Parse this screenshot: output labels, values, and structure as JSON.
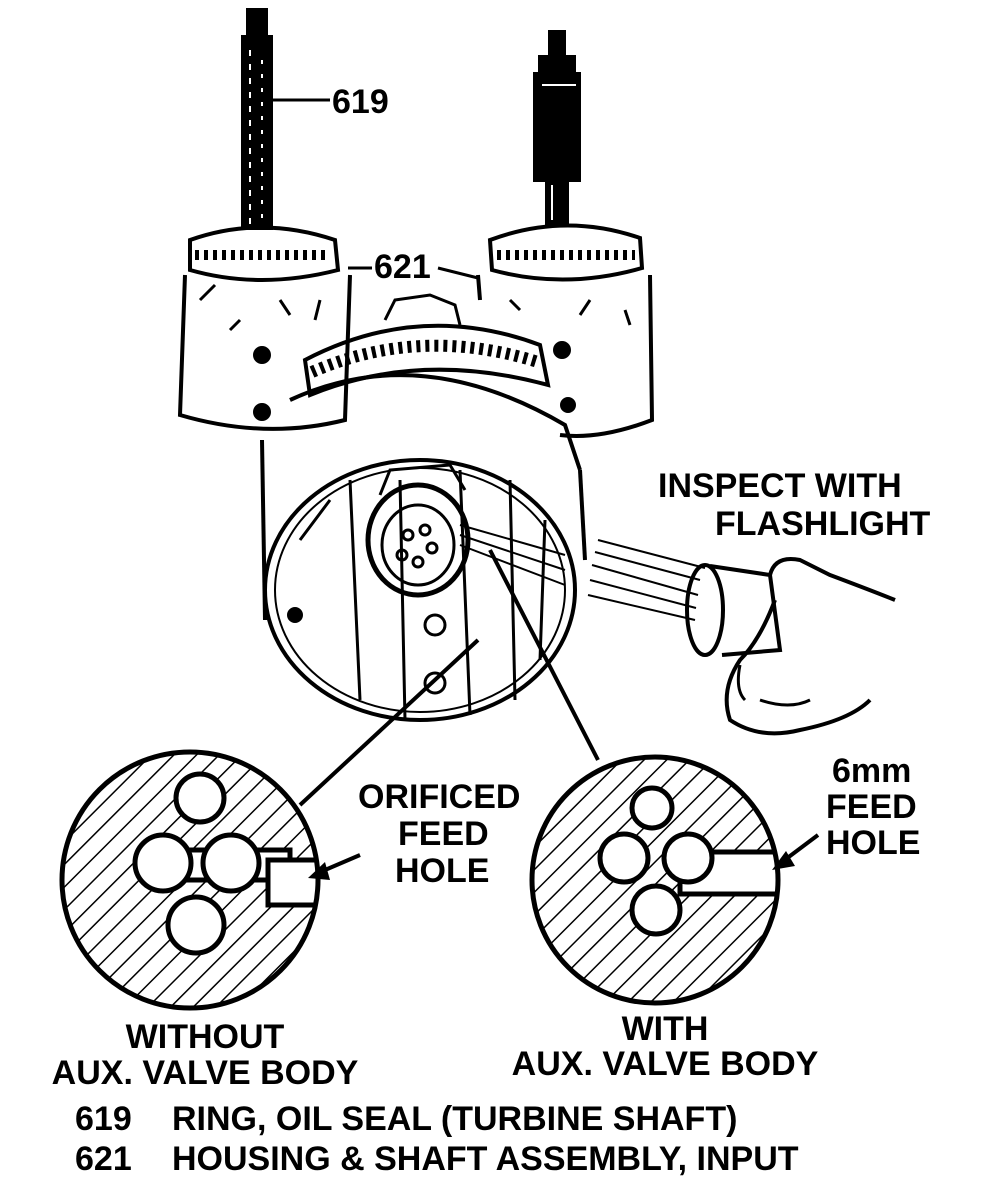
{
  "callouts": {
    "ring_number": "619",
    "housing_number": "621"
  },
  "flashlight_note": {
    "line1": "INSPECT WITH",
    "line2": "FLASHLIGHT"
  },
  "orificed_label": {
    "line1": "ORIFICED",
    "line2": "FEED",
    "line3": "HOLE"
  },
  "six_mm_label": {
    "line1": "6mm",
    "line2": "FEED",
    "line3": "HOLE"
  },
  "without_caption": {
    "line1": "WITHOUT",
    "line2": "AUX. VALVE BODY"
  },
  "with_caption": {
    "line1": "WITH",
    "line2": "AUX. VALVE BODY"
  },
  "legend": [
    {
      "number": "619",
      "description": "RING, OIL SEAL (TURBINE SHAFT)"
    },
    {
      "number": "621",
      "description": "HOUSING & SHAFT ASSEMBLY, INPUT"
    }
  ],
  "colors": {
    "ink": "#000000",
    "paper": "#ffffff"
  }
}
